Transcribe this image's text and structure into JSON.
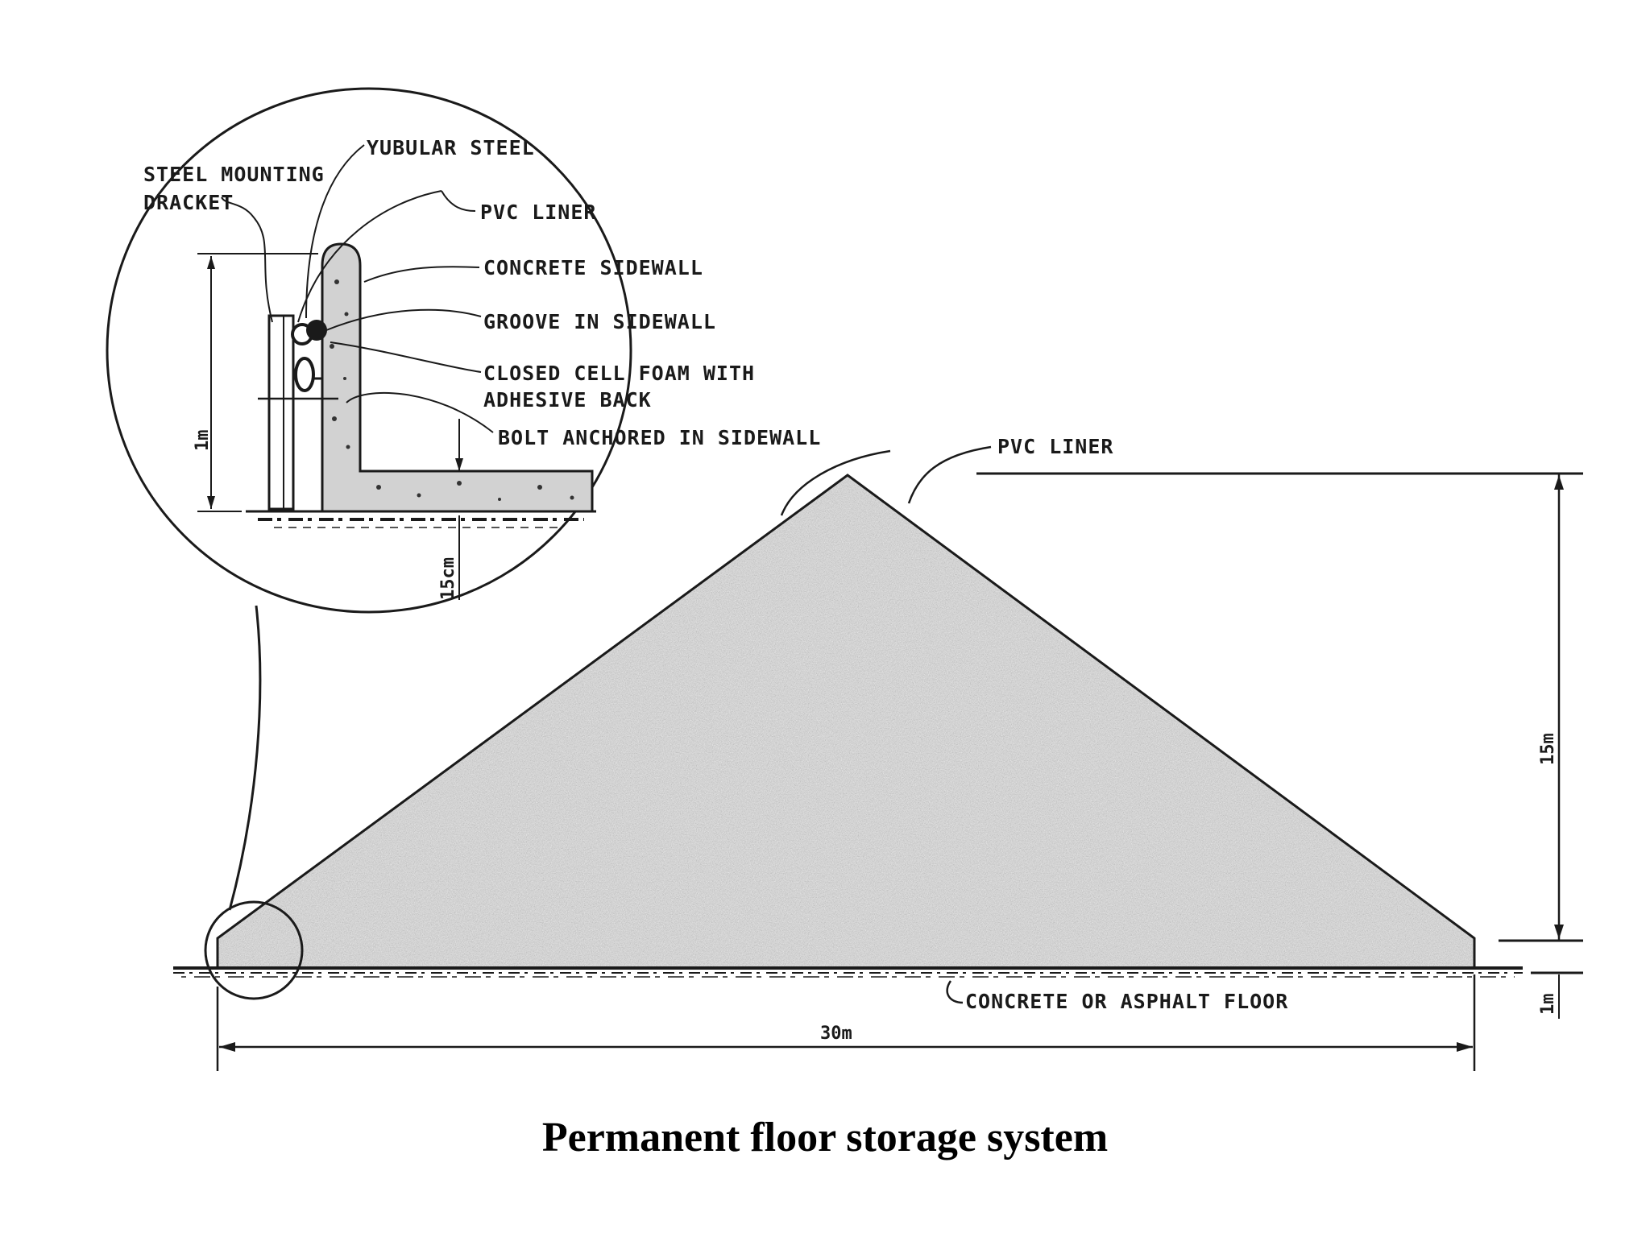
{
  "caption": "Permanent floor storage system",
  "detail_labels": {
    "tubular_steel": "YUBULAR STEEL",
    "mounting_bracket_line1": "STEEL MOUNTING",
    "mounting_bracket_line2": "DRACKET",
    "pvc_liner_detail": "PVC LINER",
    "concrete_sidewall": "CONCRETE SIDEWALL",
    "groove": "GROOVE IN SIDEWALL",
    "foam_line1": "CLOSED CELL FOAM WITH",
    "foam_line2": "ADHESIVE BACK",
    "bolt": "BOLT ANCHORED IN SIDEWALL",
    "wall_height": "1m",
    "footing_depth": "15cm"
  },
  "main_labels": {
    "pvc_liner": "PVC LINER",
    "floor": "CONCRETE OR ASPHALT FLOOR",
    "width": "30m",
    "pile_height": "15m",
    "wall_height": "1m"
  },
  "colors": {
    "line": "#1a1a1a",
    "pile_fill": "#bdbdbd"
  }
}
